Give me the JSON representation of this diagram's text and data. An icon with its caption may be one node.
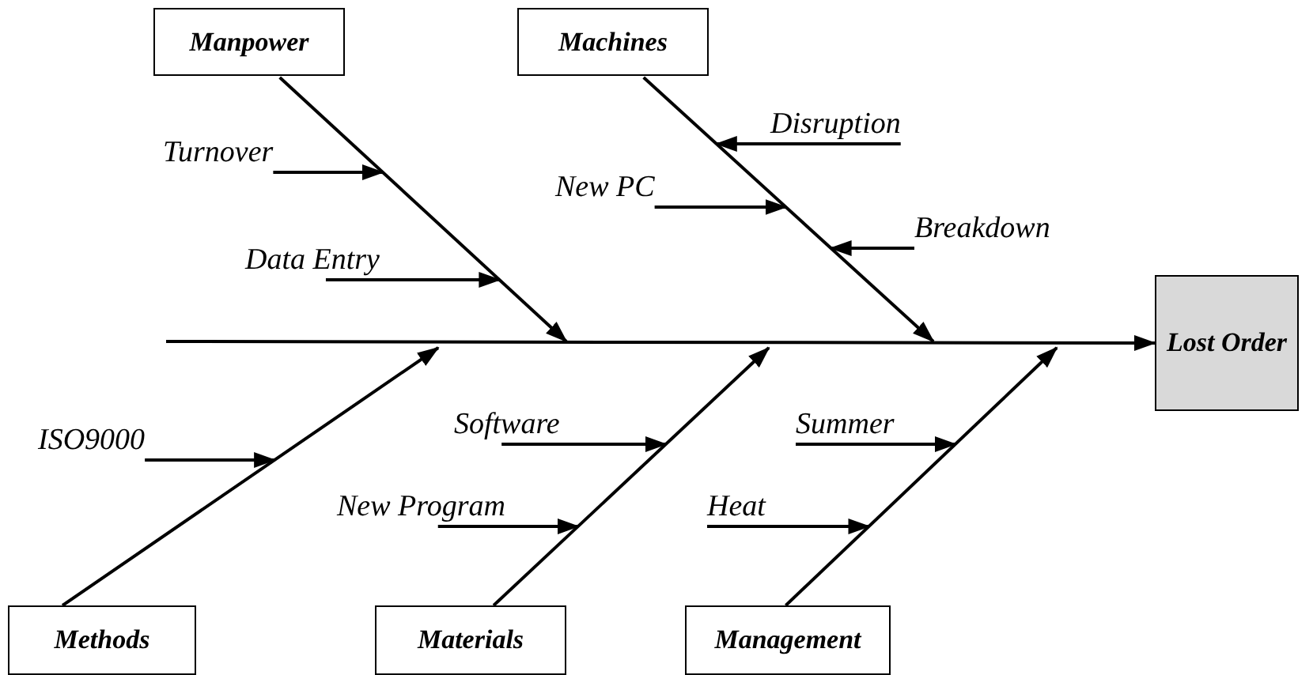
{
  "diagram": {
    "nodes": [
      {
        "text": [
          "Manpower"
        ]
      },
      {
        "text": [
          "Machines"
        ]
      },
      {
        "text": [
          "Disruption"
        ]
      },
      {
        "text": [
          "Turnover"
        ]
      },
      {
        "text": [
          "New PC"
        ]
      },
      {
        "text": [
          "Breakdown"
        ]
      },
      {
        "text": [
          "Data Entry"
        ]
      },
      {
        "text": [
          "Lost Order"
        ]
      },
      {
        "text": [
          "ISO9000"
        ]
      },
      {
        "text": [
          "Software"
        ]
      },
      {
        "text": [
          "Summer"
        ]
      },
      {
        "text": [
          "New Program"
        ]
      },
      {
        "text": [
          "Heat"
        ]
      },
      {
        "text": [
          "Methods"
        ]
      },
      {
        "text": [
          "Materials"
        ]
      },
      {
        "text": [
          "Management"
        ]
      }
    ],
    "edges": [
      {
        "from": null,
        "to": 7,
        "arrow": "to"
      },
      {
        "from": 0,
        "to": null,
        "arrow": "to"
      },
      {
        "from": 1,
        "to": null,
        "arrow": "to"
      },
      {
        "from": 13,
        "to": null,
        "arrow": "to"
      },
      {
        "from": 14,
        "to": null,
        "arrow": "to"
      },
      {
        "from": 15,
        "to": null,
        "arrow": "to"
      },
      {
        "from": 2,
        "to": null,
        "arrow": "to"
      },
      {
        "from": 3,
        "to": null,
        "arrow": "to"
      },
      {
        "from": 4,
        "to": null,
        "arrow": "to"
      },
      {
        "from": 5,
        "to": null,
        "arrow": "to"
      },
      {
        "from": 6,
        "to": null,
        "arrow": "to"
      },
      {
        "from": 8,
        "to": null,
        "arrow": "to"
      },
      {
        "from": 9,
        "to": null,
        "arrow": "to"
      },
      {
        "from": 10,
        "to": null,
        "arrow": "to"
      },
      {
        "from": 11,
        "to": null,
        "arrow": "to"
      },
      {
        "from": 12,
        "to": null,
        "arrow": "to"
      }
    ]
  }
}
